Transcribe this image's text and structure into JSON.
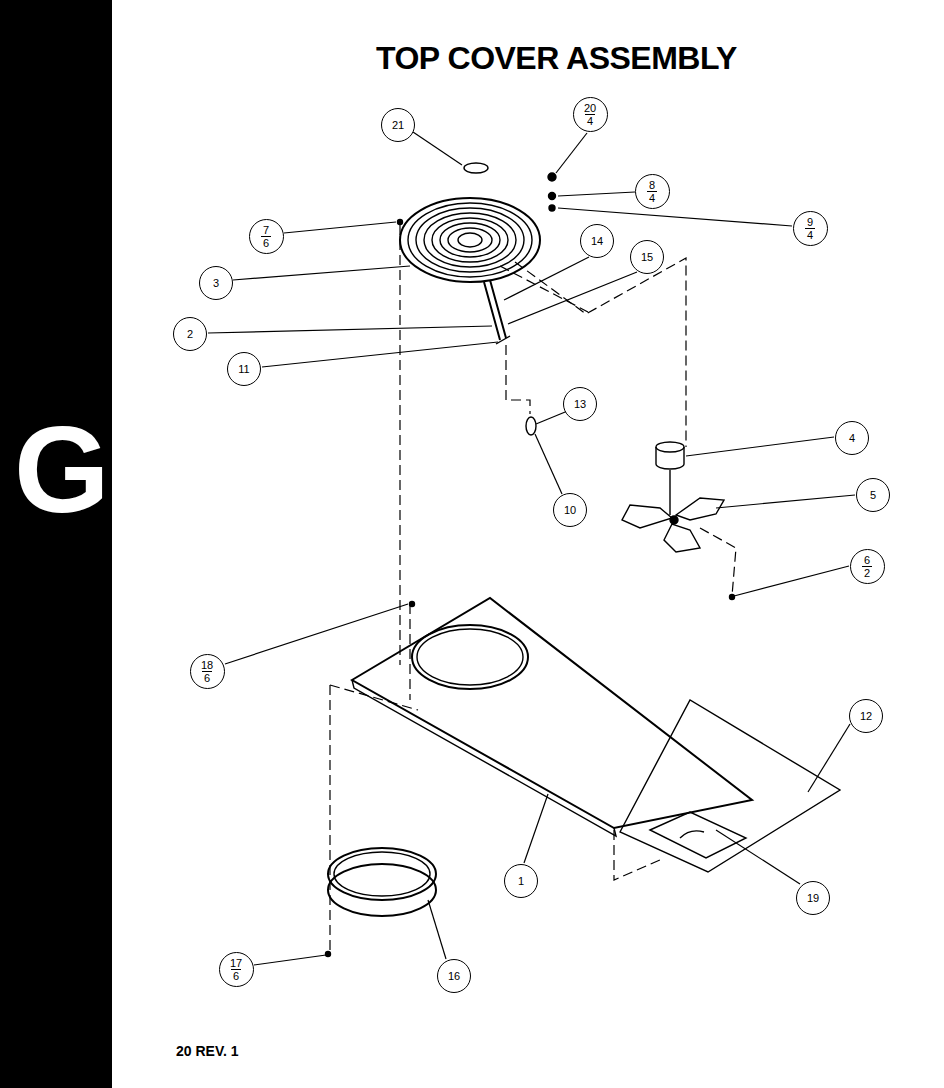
{
  "diagram": {
    "title": "TOP COVER ASSEMBLY",
    "nodes": [
      {
        "text": [
          "21"
        ]
      },
      {
        "text": [
          "20",
          "4"
        ]
      },
      {
        "text": [
          "8",
          "4"
        ]
      },
      {
        "text": [
          "7",
          "6"
        ]
      },
      {
        "text": [
          "9",
          "4"
        ]
      },
      {
        "text": [
          "14"
        ]
      },
      {
        "text": [
          "15"
        ]
      },
      {
        "text": [
          "3"
        ]
      },
      {
        "text": [
          "2"
        ]
      },
      {
        "text": [
          "11"
        ]
      },
      {
        "text": [
          "13"
        ]
      },
      {
        "text": [
          "4"
        ]
      },
      {
        "text": [
          "5"
        ]
      },
      {
        "text": [
          "10"
        ]
      },
      {
        "text": [
          "6",
          "2"
        ]
      },
      {
        "text": [
          "18",
          "6"
        ]
      },
      {
        "text": [
          "12"
        ]
      },
      {
        "text": [
          "1"
        ]
      },
      {
        "text": [
          "19"
        ]
      },
      {
        "text": [
          "17",
          "6"
        ]
      },
      {
        "text": [
          "16"
        ]
      }
    ],
    "labels": [
      "G",
      "20 REV. 1"
    ]
  }
}
